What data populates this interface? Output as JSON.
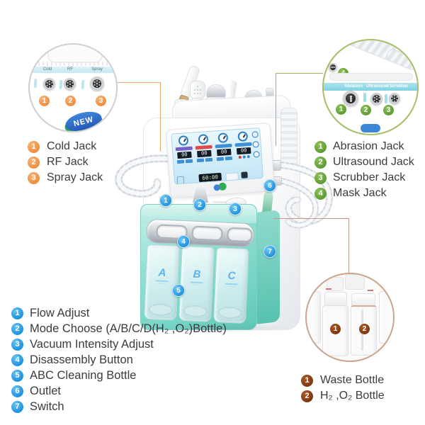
{
  "legends": {
    "top_left": {
      "accent": "#ee8c3c",
      "items": [
        {
          "num": "1",
          "label": "Cold Jack"
        },
        {
          "num": "2",
          "label": "RF Jack"
        },
        {
          "num": "3",
          "label": "Spray Jack"
        }
      ]
    },
    "top_right": {
      "accent": "#5c9a30",
      "items": [
        {
          "num": "1",
          "label": "Abrasion Jack"
        },
        {
          "num": "2",
          "label": "Ultrasound Jack"
        },
        {
          "num": "3",
          "label": "Scrubber Jack"
        },
        {
          "num": "4",
          "label": "Mask Jack"
        }
      ]
    },
    "bottom_left": {
      "accent": "#1a8edd",
      "items": [
        {
          "num": "1",
          "label": "Flow Adjust"
        },
        {
          "num": "2",
          "label": "Mode Choose (A/B/C/D(H₂ ,O₂)Bottle)"
        },
        {
          "num": "3",
          "label": "Vacuum Intensity Adjust"
        },
        {
          "num": "4",
          "label": "Disassembly Button"
        },
        {
          "num": "5",
          "label": "ABC Cleaning Bottle"
        },
        {
          "num": "6",
          "label": "Outlet"
        },
        {
          "num": "7",
          "label": "Switch"
        }
      ]
    },
    "bottom_right": {
      "accent": "#7c340e",
      "items": [
        {
          "num": "1",
          "label": "Waste Bottle"
        },
        {
          "num": "2",
          "label": "H₂ ,O₂ Bottle"
        }
      ]
    }
  },
  "callouts": {
    "top_left": {
      "jack_labels": [
        "Cold",
        "RF",
        "Spray"
      ],
      "badges": [
        "1",
        "2",
        "3"
      ],
      "new_badge": "NEW"
    },
    "top_right": {
      "jack_labels": [
        "Abrasion",
        "Ultrasound",
        "Scrubber"
      ],
      "badges": [
        "1",
        "2",
        "3"
      ],
      "mask_jack_badge": "4"
    },
    "bottom_right": {
      "badges": [
        "1",
        "2"
      ]
    }
  },
  "machine": {
    "markers": [
      "1",
      "2",
      "3",
      "4",
      "5",
      "6",
      "7"
    ],
    "bottle_labels": [
      "A",
      "B",
      "C"
    ],
    "screen": {
      "values": [
        "00",
        "00",
        "00",
        "00"
      ],
      "timer": "60:00"
    }
  },
  "colors": {
    "legend_orange": "#ee8c3c",
    "legend_green": "#5c9a30",
    "legend_blue": "#1a8edd",
    "legend_brown": "#7c340e",
    "machine_teal": "#7fd4c6",
    "screen_blue": "#c2e6f7",
    "screen_bar_purple": "#7b5fc8",
    "screen_bar_red": "#e04b4b",
    "screen_bar_blue": "#3f8fd6",
    "line_orange": "#eaa76e",
    "line_green": "#a2b35c",
    "line_brown": "#c59a80"
  }
}
